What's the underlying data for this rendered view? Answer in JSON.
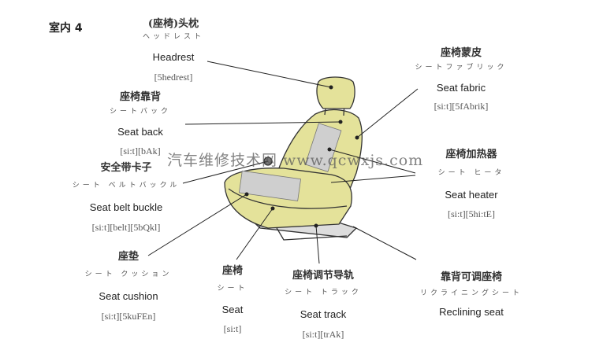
{
  "title": "室内 4",
  "watermark": "汽车维修技术网 www.qcwxjs.com",
  "colors": {
    "seat_fill": "#e4e29a",
    "outline": "#333333"
  },
  "labels": {
    "headrest": {
      "cn": "(座椅)头枕",
      "jp": "ヘッドレスト",
      "en": "Headrest",
      "ipa": "[5hedrest]"
    },
    "seat_back": {
      "cn": "座椅靠背",
      "jp": "シートバック",
      "en": "Seat back",
      "ipa": "[si:t][bAk]"
    },
    "seat_belt_buckle": {
      "cn": "安全带卡子",
      "jp": "シート ベルトバックル",
      "en": "Seat belt buckle",
      "ipa": "[si:t][belt][5bQkl]"
    },
    "seat_cushion": {
      "cn": "座垫",
      "jp": "シート クッション",
      "en": "Seat cushion",
      "ipa": "[si:t][5kuFEn]"
    },
    "seat": {
      "cn": "座椅",
      "jp": "シート",
      "en": "Seat",
      "ipa": "[si:t]"
    },
    "seat_track": {
      "cn": "座椅调节导轨",
      "jp": "シート トラック",
      "en": "Seat track",
      "ipa": "[si:t][trAk]"
    },
    "reclining_seat": {
      "cn": "靠背可调座椅",
      "jp": "リクライニングシート",
      "en": "Reclining seat"
    },
    "seat_fabric": {
      "cn": "座椅蒙皮",
      "jp": "シートファブリック",
      "en": "Seat fabric",
      "ipa": "[si:t][5fAbrik]"
    },
    "seat_heater": {
      "cn": "座椅加热器",
      "jp": "シート ヒータ",
      "en": "Seat heater",
      "ipa": "[si:t][5hi:tE]"
    }
  }
}
